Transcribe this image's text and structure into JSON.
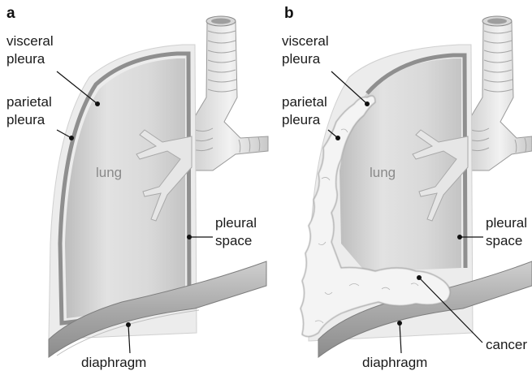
{
  "panels": [
    {
      "letter": "a",
      "labels": {
        "visceral_pleura_1": "visceral",
        "visceral_pleura_2": "pleura",
        "parietal_pleura_1": "parietal",
        "parietal_pleura_2": "pleura",
        "lung": "lung",
        "pleural_space_1": "pleural",
        "pleural_space_2": "space",
        "diaphragm": "diaphragm"
      }
    },
    {
      "letter": "b",
      "labels": {
        "visceral_pleura_1": "visceral",
        "visceral_pleura_2": "pleura",
        "parietal_pleura_1": "parietal",
        "parietal_pleura_2": "pleura",
        "lung": "lung",
        "pleural_space_1": "pleural",
        "pleural_space_2": "space",
        "cancer": "cancer",
        "diaphragm": "diaphragm"
      }
    }
  ]
}
